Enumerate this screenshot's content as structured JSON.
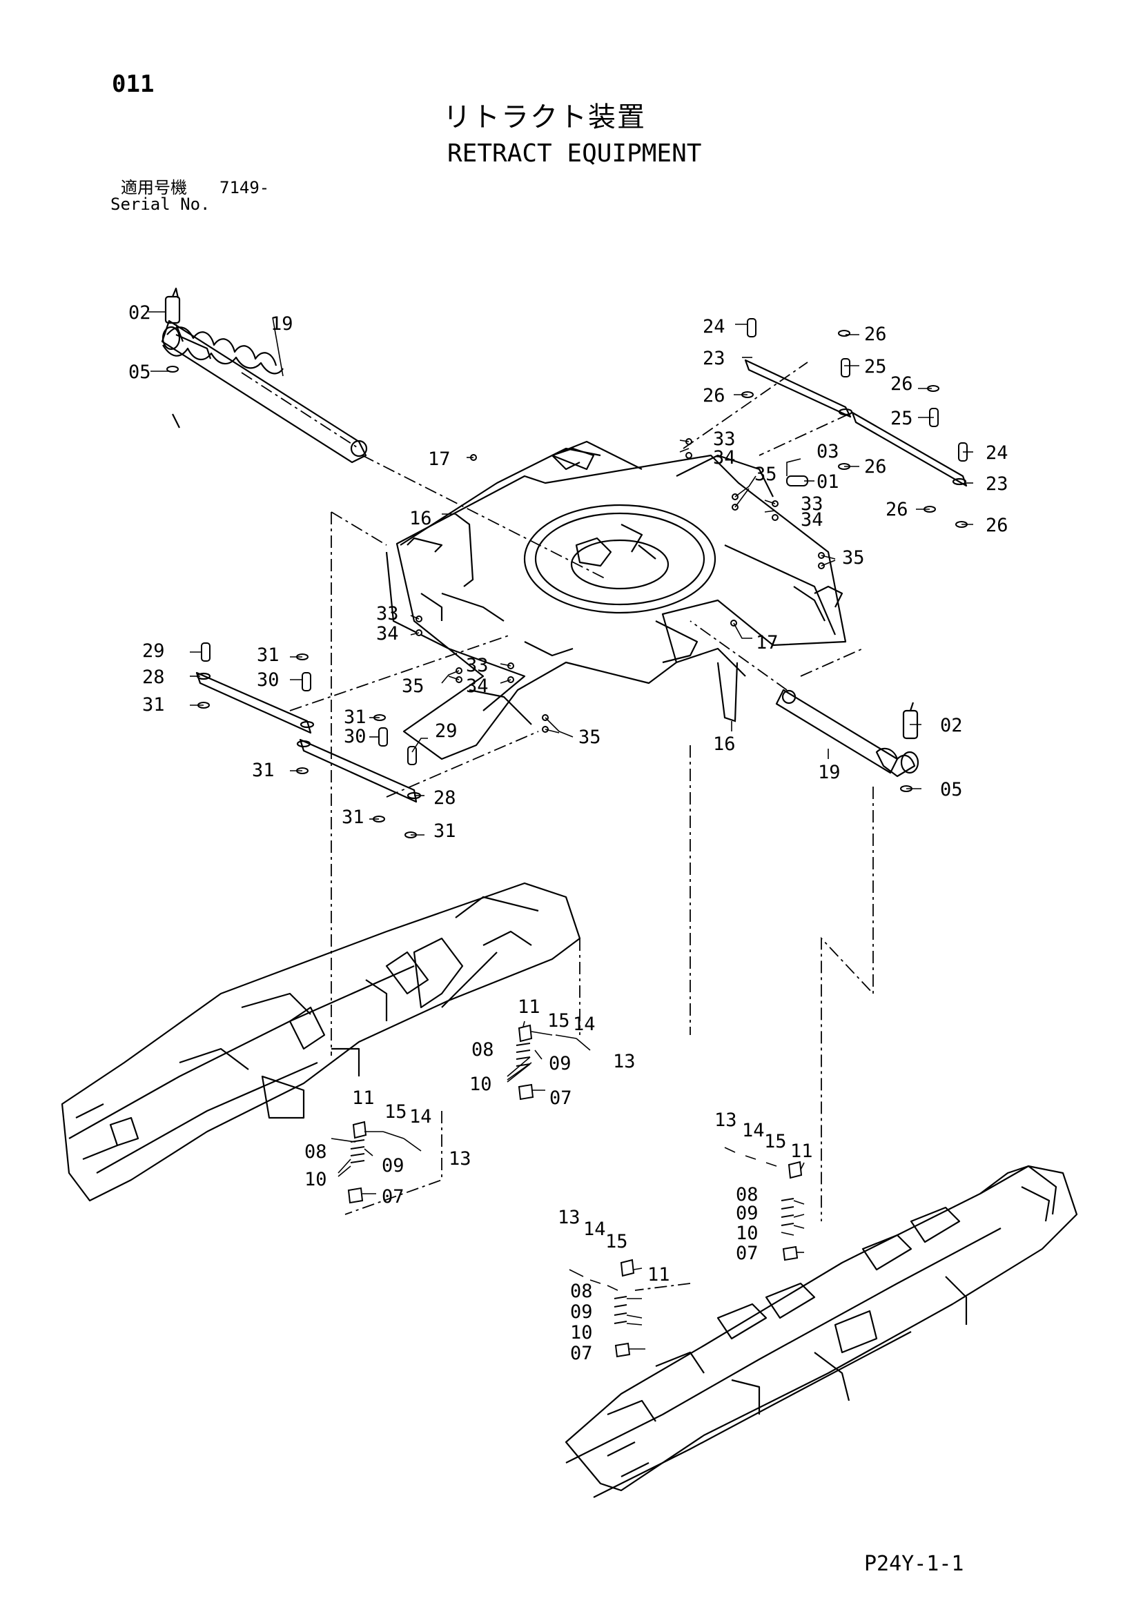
{
  "header": {
    "page_number": "011",
    "title_jp": "リトラクト装置",
    "title_en": "RETRACT EQUIPMENT",
    "serial_label_jp": "適用号機",
    "serial_value": "7149-",
    "serial_label_en": "Serial No."
  },
  "footer": {
    "code": "P24Y-1-1"
  },
  "callouts": {
    "c01": "01",
    "c02": "02",
    "c03": "03",
    "c05": "05",
    "c07": "07",
    "c08": "08",
    "c09": "09",
    "c10": "10",
    "c11": "11",
    "c13": "13",
    "c14": "14",
    "c15": "15",
    "c16": "16",
    "c17": "17",
    "c19": "19",
    "c23": "23",
    "c24": "24",
    "c25": "25",
    "c26": "26",
    "c28": "28",
    "c29": "29",
    "c30": "30",
    "c31": "31",
    "c33": "33",
    "c34": "34",
    "c35": "35"
  }
}
